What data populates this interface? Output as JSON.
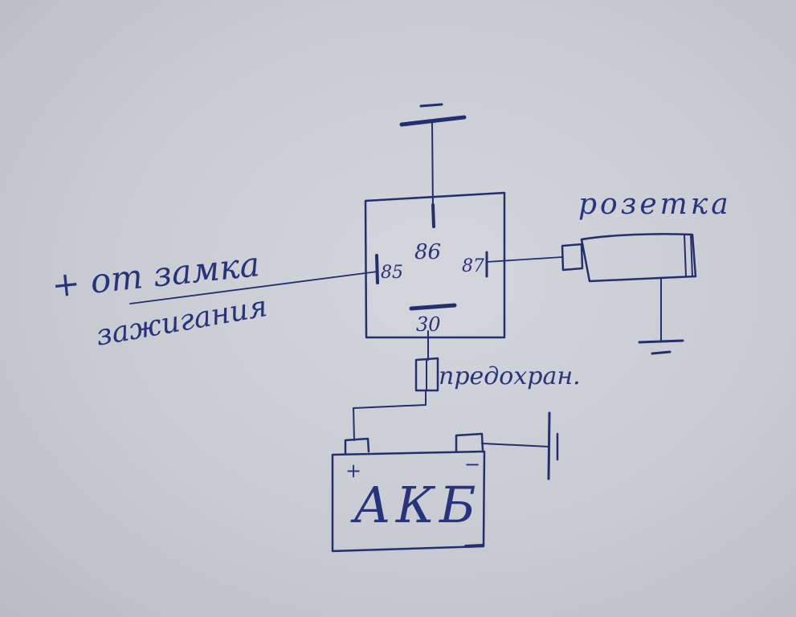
{
  "relay": {
    "pin_86": "86",
    "pin_85": "85",
    "pin_87": "87",
    "pin_30": "30"
  },
  "labels": {
    "socket": "розетка",
    "ignition_line1": "+ от замка",
    "ignition_line2": "зажигания",
    "fuse": "предохран.",
    "battery": "АКБ",
    "battery_plus": "+",
    "battery_minus": "−"
  },
  "colors": {
    "ink": "#24306e",
    "paper": "#c9ccd3"
  }
}
